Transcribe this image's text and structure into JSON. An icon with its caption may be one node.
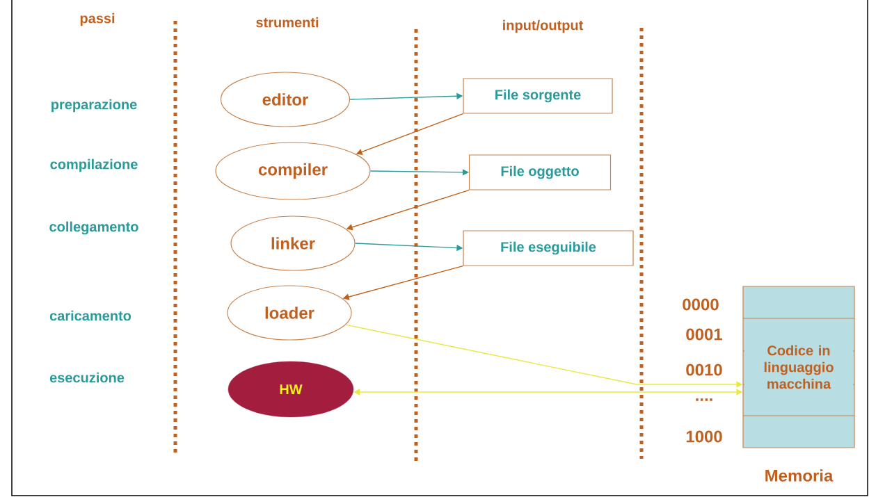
{
  "diagram": {
    "nodes": [
      {
        "text": [
          "editor"
        ]
      },
      {
        "text": [
          "compiler"
        ]
      },
      {
        "text": [
          "linker"
        ]
      },
      {
        "text": [
          "loader"
        ]
      },
      {
        "text": [
          "HW"
        ]
      },
      {
        "text": [
          "File sorgente"
        ]
      },
      {
        "text": [
          "File oggetto"
        ]
      },
      {
        "text": [
          "File eseguibile"
        ]
      },
      {
        "text": [
          "Codice in linguaggio macchina"
        ],
        "beside": [
          "Memoria"
        ]
      }
    ],
    "edges": [
      {
        "from": 0,
        "to": 5,
        "arrow": "to",
        "color": "#2a9a9a"
      },
      {
        "from": 5,
        "to": 1,
        "arrow": "to",
        "color": "#c0601a"
      },
      {
        "from": 1,
        "to": 6,
        "arrow": "to",
        "color": "#2a9a9a"
      },
      {
        "from": 6,
        "to": 2,
        "arrow": "to",
        "color": "#c0601a"
      },
      {
        "from": 2,
        "to": 7,
        "arrow": "to",
        "color": "#2a9a9a"
      },
      {
        "from": 7,
        "to": 3,
        "arrow": "to",
        "color": "#c0601a"
      },
      {
        "from": 3,
        "to": 8,
        "arrow": "to",
        "color": "#e8e840"
      },
      {
        "from": 4,
        "to": 8,
        "arrow": "both",
        "color": "#e8e840"
      }
    ],
    "labels": [
      "passi",
      "strumenti",
      "input/output",
      "preparazione",
      "compilazione",
      "collegamento",
      "caricamento",
      "esecuzione",
      "0000",
      "0001",
      "0010",
      "....",
      "1000"
    ]
  }
}
